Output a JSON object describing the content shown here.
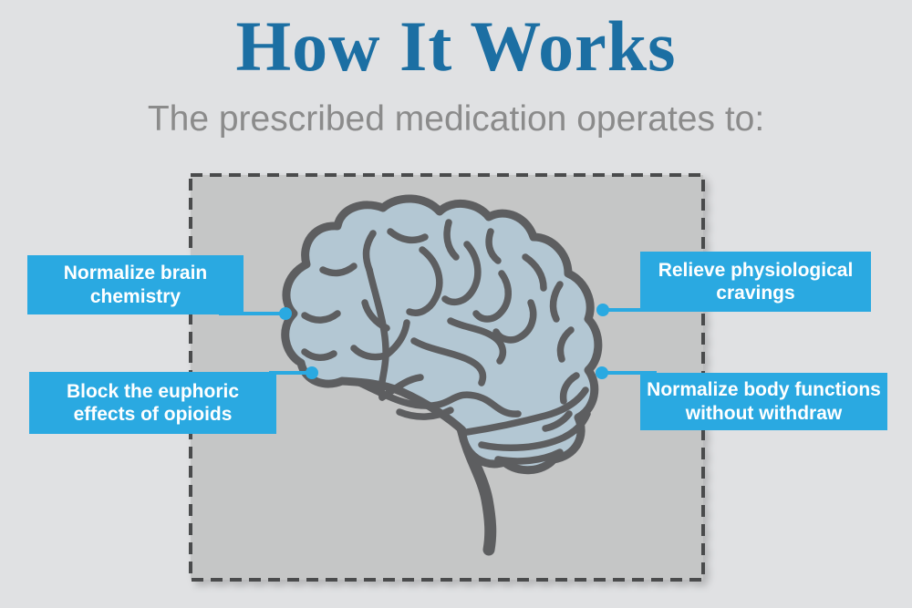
{
  "header": {
    "title": "How It Works",
    "subtitle": "The prescribed medication operates to:"
  },
  "diagram": {
    "illustration": "brain-line-art",
    "callouts": [
      {
        "position": "top-left",
        "label": "Normalize brain\nchemistry"
      },
      {
        "position": "top-right",
        "label": "Relieve physiological\ncravings"
      },
      {
        "position": "bottom-left",
        "label": "Block the euphoric\neffects of opioids"
      },
      {
        "position": "bottom-right",
        "label": "Normalize body functions\nwithout withdraw"
      }
    ]
  },
  "colors": {
    "accent_blue": "#2aa9e1",
    "title_blue": "#1c6fa3",
    "subtitle_gray": "#8b8b8b",
    "page_background": "#e0e1e3",
    "frame_fill": "#c5c6c6",
    "frame_border": "#4a4b4c",
    "brain_fill": "#b3c7d3",
    "brain_line": "#5d5e60",
    "callout_text": "#ffffff"
  }
}
